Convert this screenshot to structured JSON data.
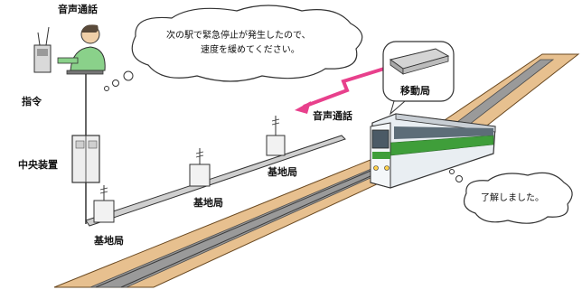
{
  "labels": {
    "voice_call_top": "音声通話",
    "command": "指令",
    "central_unit": "中央装置",
    "base_station_1": "基地局",
    "base_station_2": "基地局",
    "base_station_3": "基地局",
    "voice_call_link": "音声通話",
    "mobile_station": "移動局"
  },
  "bubbles": {
    "dispatcher_line1": "次の駅で緊急停止が発生したので、",
    "dispatcher_line2": "速度を緩めてください。",
    "driver": "了解しました。"
  },
  "colors": {
    "rail_ballast": "#e0b88a",
    "rail_track": "#8a8a8a",
    "train_green": "#3f9e3a",
    "radio_arrow": "#e8408c"
  }
}
